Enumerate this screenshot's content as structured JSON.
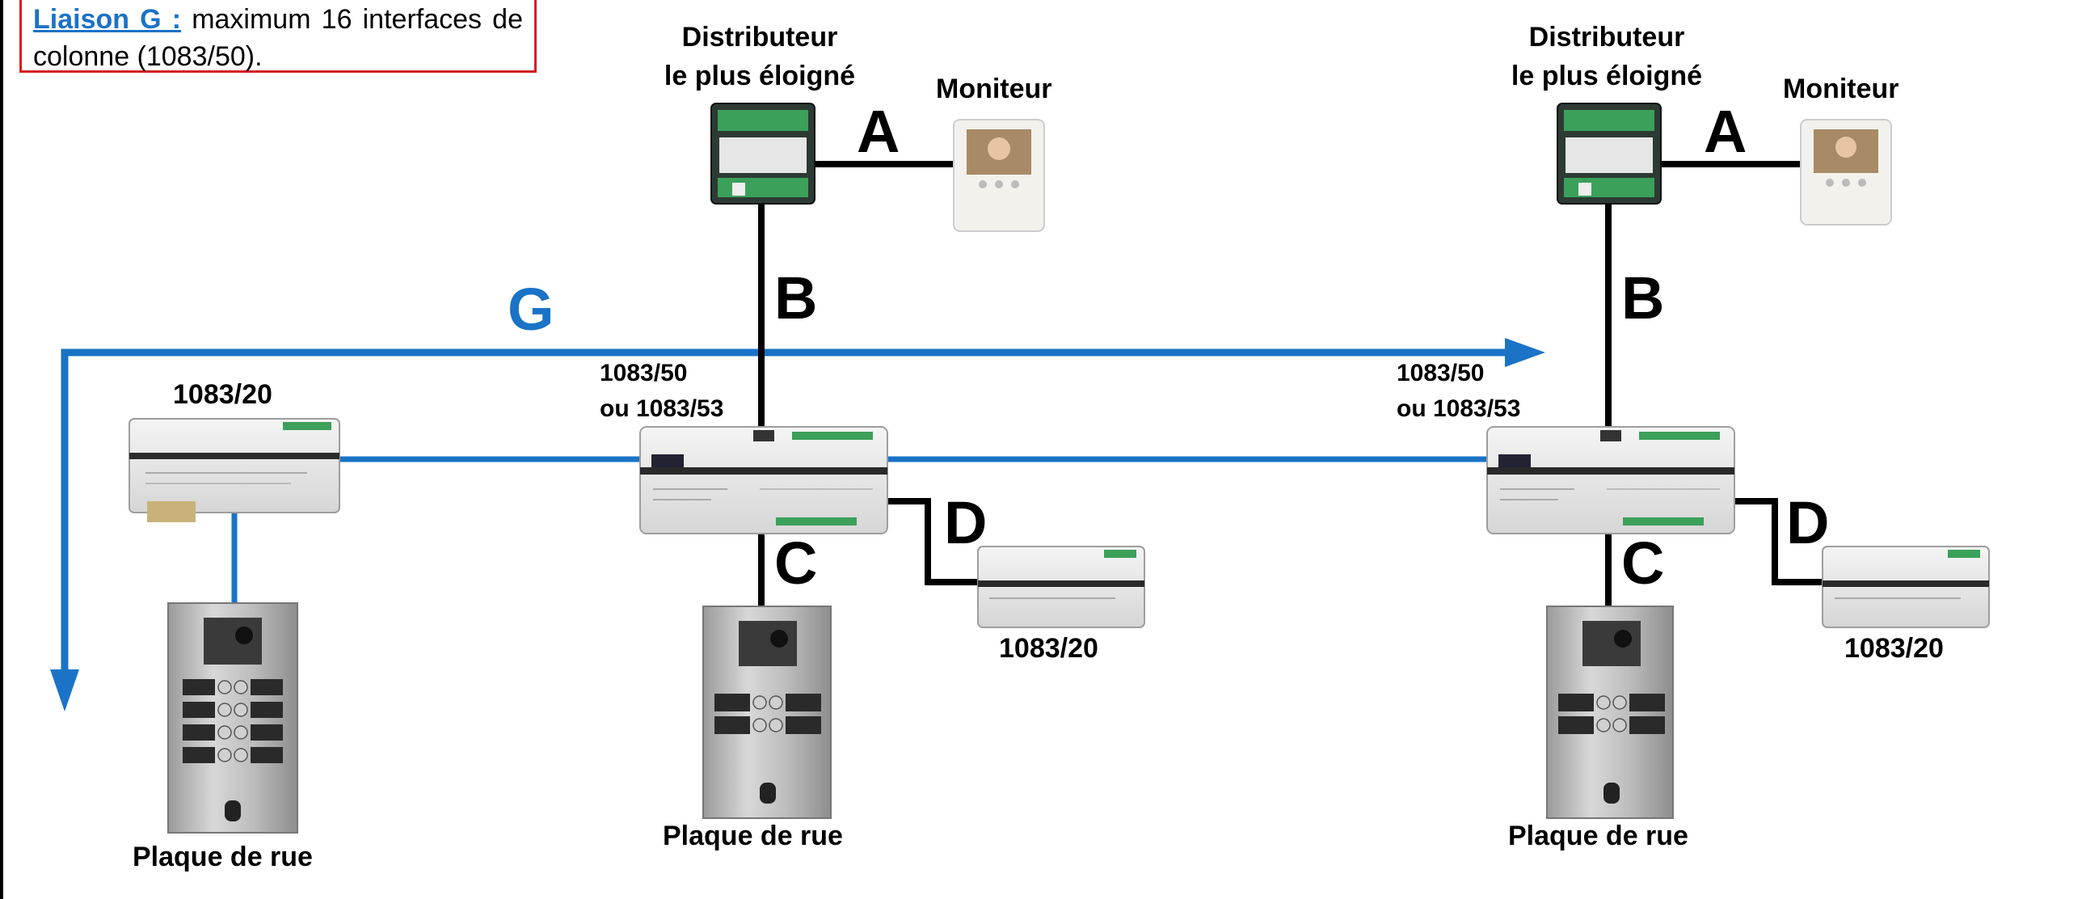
{
  "note": {
    "title": "Liaison G :",
    "text": "maximum 16 interfaces de colonne (1083/50)."
  },
  "labels": {
    "distributor_line1": "Distributeur",
    "distributor_line2": "le plus éloigné",
    "monitor": "Moniteur",
    "adapter_line1": "1083/50",
    "adapter_line2": "ou 1083/53",
    "power_supply": "1083/20",
    "street_panel": "Plaque de rue"
  },
  "letters": {
    "a": "A",
    "b": "B",
    "c": "C",
    "d": "D",
    "g": "G"
  },
  "colors": {
    "bus_line": "#1a73c7",
    "wire": "#000000",
    "note_border": "#d42020"
  }
}
